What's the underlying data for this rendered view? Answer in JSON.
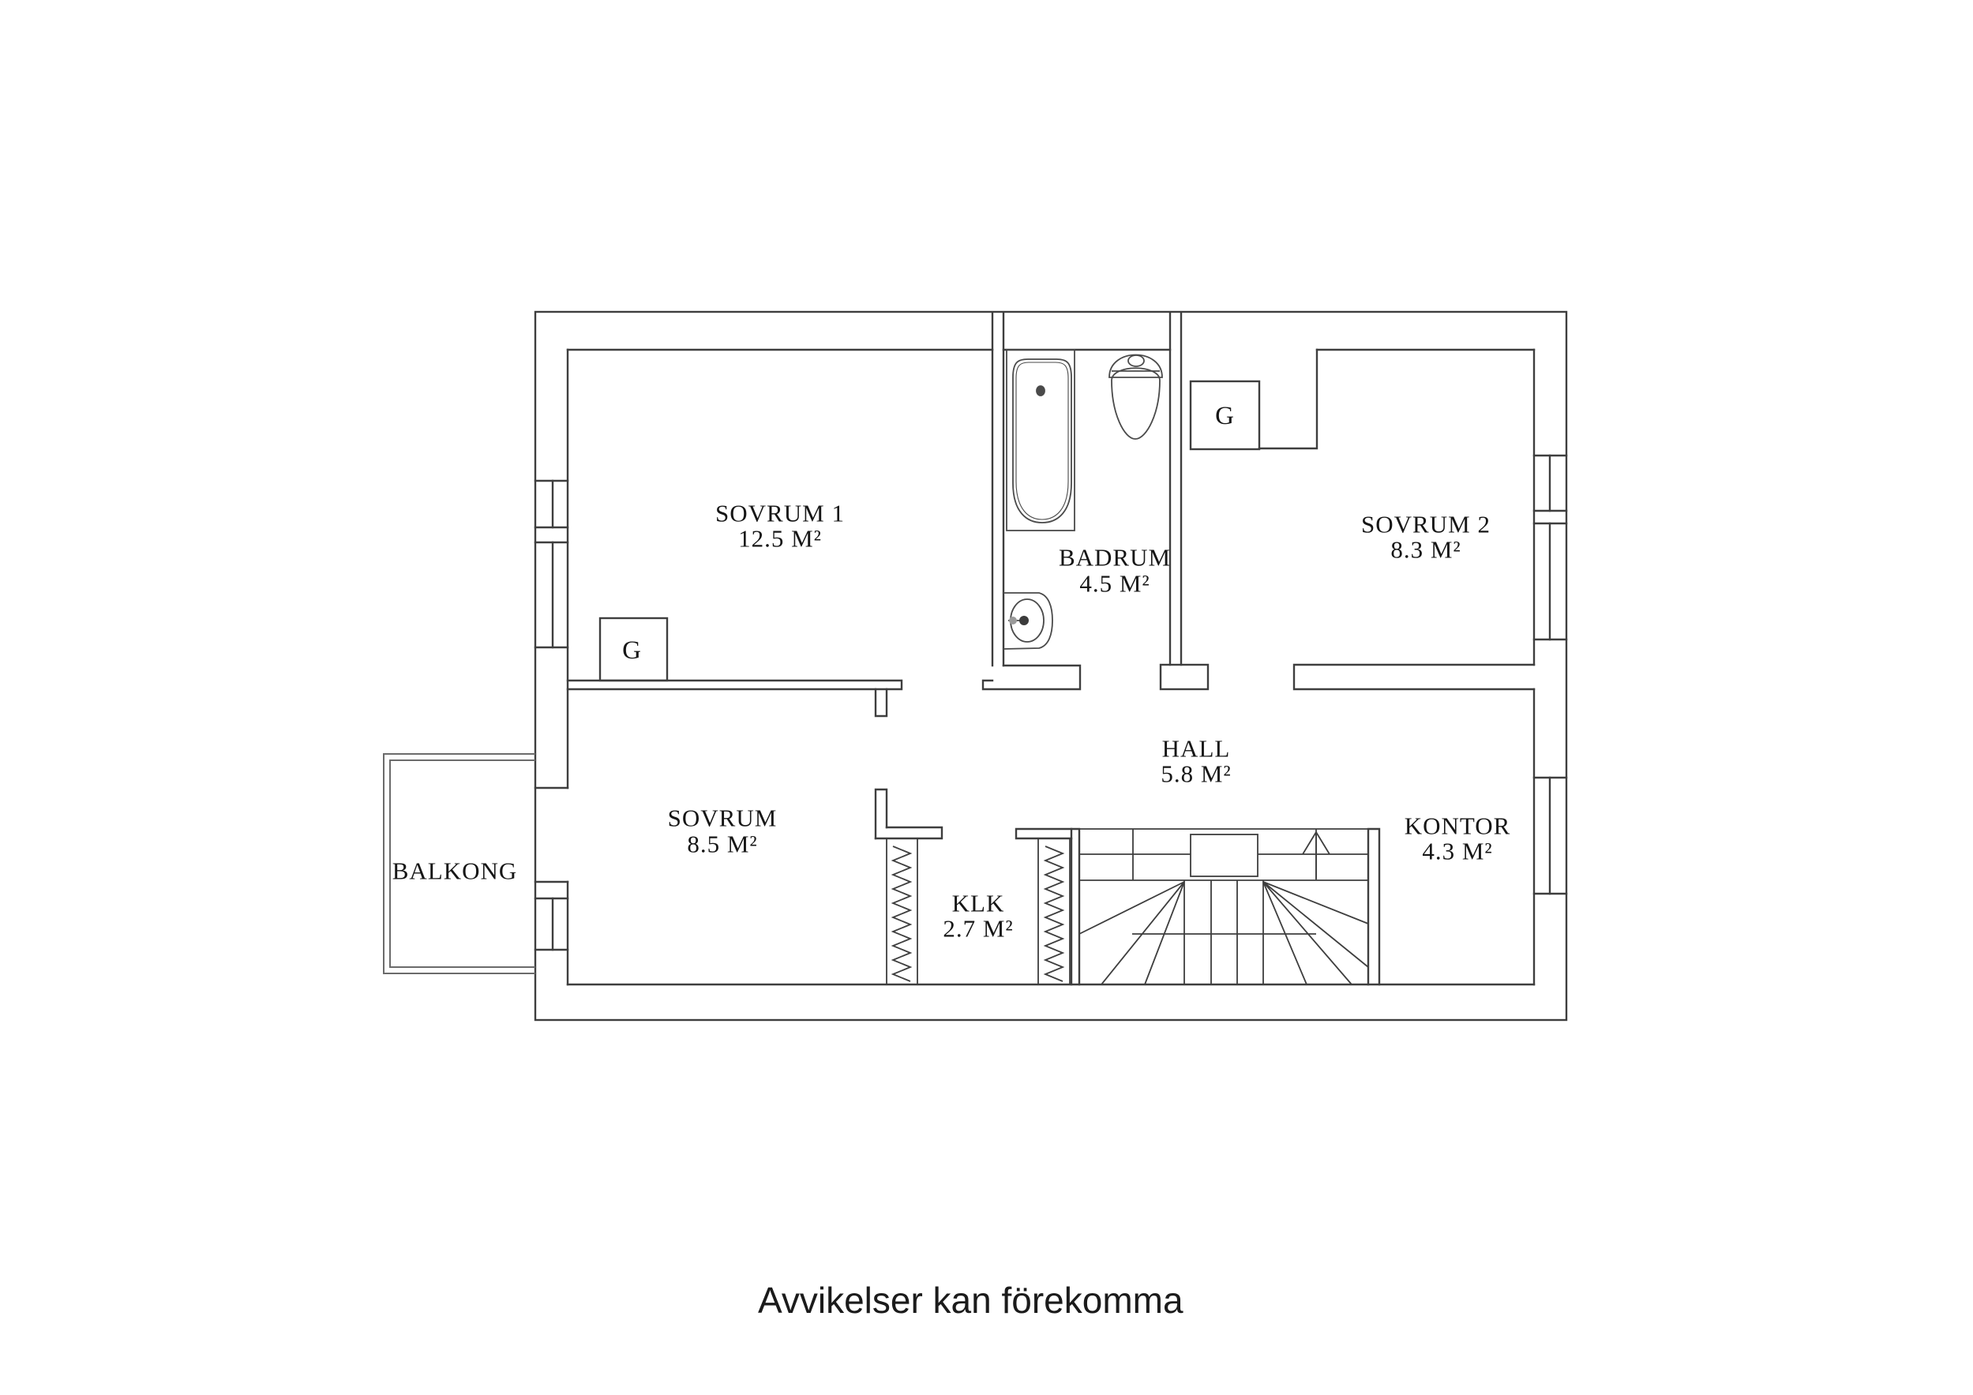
{
  "colors": {
    "background": "#ffffff",
    "wall_line": "#3e3e3e",
    "fixture_line": "#4a4a4a",
    "text": "#161616"
  },
  "floor_plan": {
    "rooms": [
      {
        "id": "sovrum-1",
        "name": "SOVRUM 1",
        "area": "12.5 M²"
      },
      {
        "id": "badrum",
        "name": "BADRUM",
        "area": "4.5 M²"
      },
      {
        "id": "sovrum-2",
        "name": "SOVRUM 2",
        "area": "8.3 M²"
      },
      {
        "id": "hall",
        "name": "HALL",
        "area": "5.8 M²"
      },
      {
        "id": "sovrum",
        "name": "SOVRUM",
        "area": "8.5 M²"
      },
      {
        "id": "klk",
        "name": "KLK",
        "area": "2.7 M²"
      },
      {
        "id": "kontor",
        "name": "KONTOR",
        "area": "4.3 M²"
      }
    ],
    "balcony_label": "BALKONG",
    "wardrobe_label": "G",
    "symbols": {
      "bathtub": "bathtub-symbol",
      "toilet": "toilet-symbol",
      "sink": "sink-symbol",
      "stairs": "stairs-symbol",
      "stairs_direction": "up-arrow-icon",
      "wardrobe_rail": "wardrobe-hatch-symbol",
      "windows": "window-symbol",
      "balcony": "balcony-symbol"
    }
  },
  "caption": "Avvikelser kan förekomma"
}
